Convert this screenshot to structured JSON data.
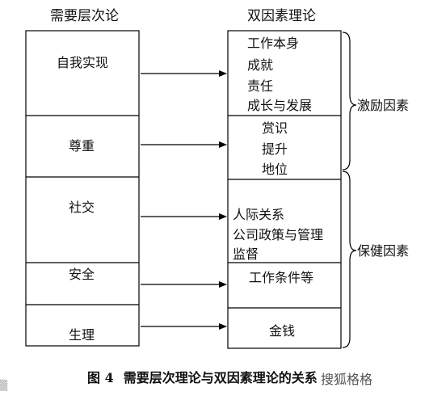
{
  "headers": {
    "left": "需要层次论",
    "right": "双因素理论"
  },
  "needs": [
    "自我实现",
    "尊重",
    "社交",
    "安全",
    "生理"
  ],
  "factors": {
    "group1": [
      "工作本身",
      "成就",
      "责任",
      "成长与发展"
    ],
    "group2": [
      "赏识",
      "提升",
      "地位"
    ],
    "group3": [
      "人际关系",
      "公司政策与管理",
      "监督"
    ],
    "group4": [
      "工作条件等"
    ],
    "group5": [
      "金钱"
    ]
  },
  "brackets": {
    "motivators": "激励因素",
    "hygiene": "保健因素"
  },
  "caption": {
    "figure_number": "图 4",
    "text": "需要层次理论与双因素理论的关系"
  },
  "watermark": {
    "text": "搜狐格格"
  },
  "colors": {
    "line": "#000000",
    "text": "#111111"
  }
}
